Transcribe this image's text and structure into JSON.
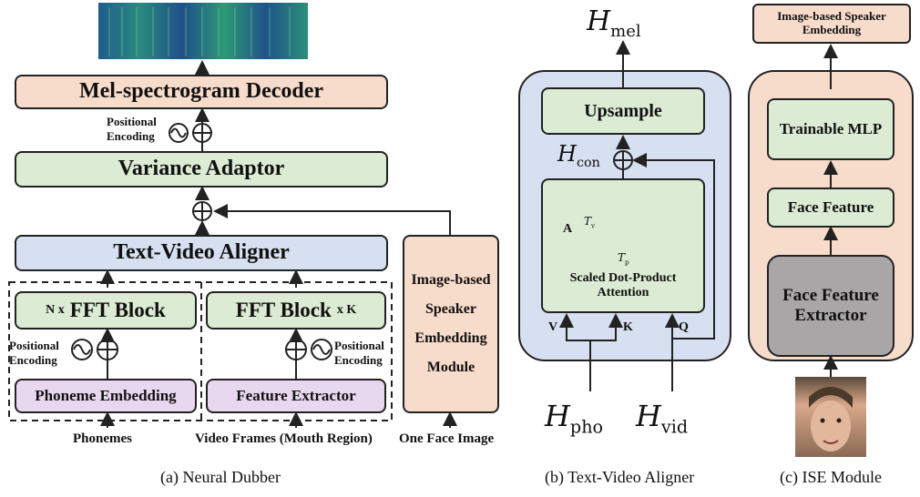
{
  "panel_a": {
    "decoder": "Mel-spectrogram Decoder",
    "variance_adaptor": "Variance Adaptor",
    "aligner": "Text-Video Aligner",
    "fft_left": {
      "prefix": "N x",
      "title": "FFT Block"
    },
    "fft_right": {
      "title": "FFT Block",
      "suffix": "x K"
    },
    "phoneme_embedding": "Phoneme Embedding",
    "feature_extractor": "Feature Extractor",
    "ise_module": "Image-based Speaker Embedding Module",
    "pos_enc": [
      "Positional",
      "Encoding"
    ],
    "inputs": {
      "phonemes": "Phonemes",
      "video": "Video Frames (Mouth Region)",
      "face": "One Face Image"
    },
    "caption": "(a) Neural Dubber"
  },
  "panel_b": {
    "h_mel": {
      "base": "H",
      "sub": "mel"
    },
    "upsample": "Upsample",
    "h_con": {
      "base": "H",
      "sub": "con"
    },
    "attention": "Scaled Dot-Product Attention",
    "A": "A",
    "Tv": "T",
    "Tv_sub": "v",
    "Tp": "T",
    "Tp_sub": "p",
    "V": "V",
    "K": "K",
    "Q": "Q",
    "h_pho": {
      "base": "H",
      "sub": "pho"
    },
    "h_vid": {
      "base": "H",
      "sub": "vid"
    },
    "caption": "(b) Text-Video Aligner"
  },
  "panel_c": {
    "output": "Image-based Speaker Embedding",
    "mlp": "Trainable MLP",
    "face_feature": "Face Feature",
    "extractor": "Face Feature Extractor",
    "caption": "(c) ISE Module"
  },
  "colors": {
    "green": "#dcebd3",
    "blue": "#d6e0f0",
    "pink": "#f8dccb",
    "purple": "#e8d8ef",
    "grey": "#a9a6a7",
    "attn": "#3b1f6b"
  }
}
